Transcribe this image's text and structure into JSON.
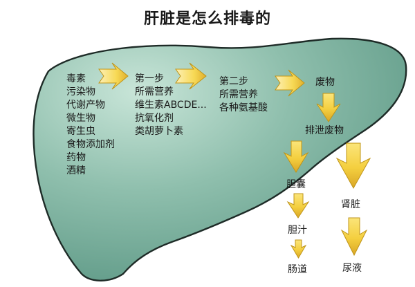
{
  "title": "肝脏是怎么排毒的",
  "toxins": {
    "header": "毒素",
    "items": [
      "污染物",
      "代谢产物",
      "微生物",
      "寄生虫",
      "食物添加剂",
      "药物",
      "酒精"
    ]
  },
  "phase1": {
    "header": "第一步",
    "items": [
      "所需营养",
      "维生素ABCDE...",
      "抗氧化剂",
      "类胡萝卜素"
    ]
  },
  "phase2": {
    "header": "第二步",
    "items": [
      "所需营养",
      "各种氨基酸"
    ]
  },
  "outputs": {
    "waste": "废物",
    "excreted_waste": "排泄废物",
    "gallbladder": "胆囊",
    "bile": "胆汁",
    "intestine": "肠道",
    "kidney": "肾脏",
    "urine": "尿液"
  },
  "colors": {
    "liver_fill": "#73ab98",
    "liver_highlight": "#c8e5d8",
    "liver_outline": "#1e2b27",
    "arrow_fill": "#f4cf3f",
    "arrow_edge": "#bf9418"
  }
}
